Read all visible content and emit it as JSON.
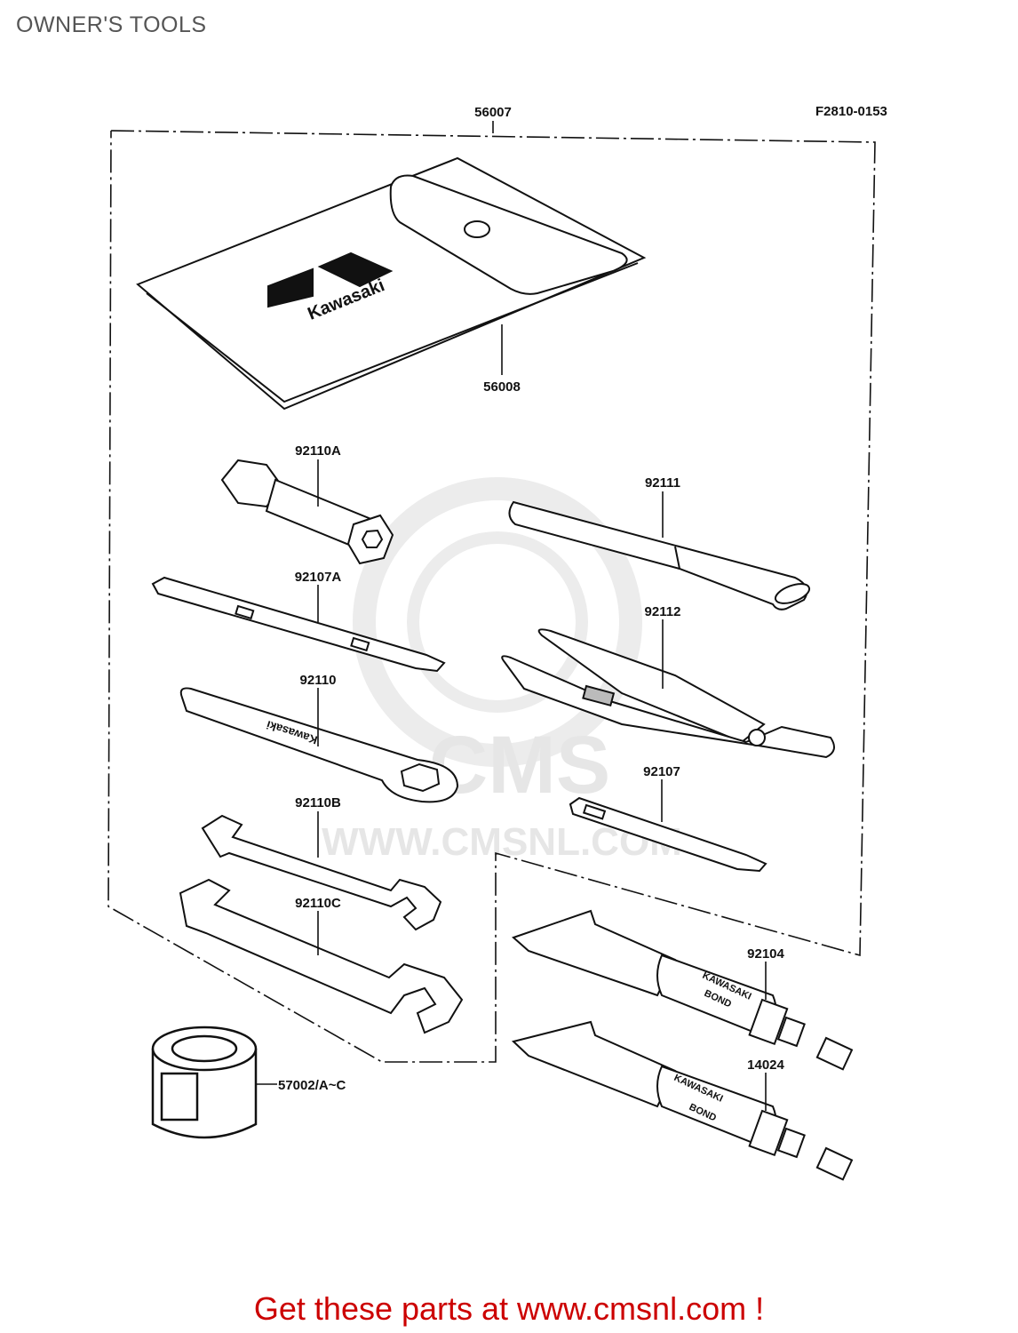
{
  "page": {
    "title": "OWNER'S TOOLS"
  },
  "diagram": {
    "code": "F2810-0153",
    "brand_on_pouch": "Kawasaki",
    "bond_text_line1": "KAWASAKI",
    "bond_text_line2": "BOND",
    "wrench_text": "Kawasaki",
    "parts": [
      {
        "id": "56007"
      },
      {
        "id": "56008"
      },
      {
        "id": "92110A"
      },
      {
        "id": "92111"
      },
      {
        "id": "92107A"
      },
      {
        "id": "92112"
      },
      {
        "id": "92110"
      },
      {
        "id": "92107"
      },
      {
        "id": "92110B"
      },
      {
        "id": "92110C"
      },
      {
        "id": "92104"
      },
      {
        "id": "14024"
      },
      {
        "id": "57002/A~C"
      }
    ]
  },
  "watermark": {
    "brand": "CMS",
    "url": "WWW.CMSNL.COM"
  },
  "footer": {
    "cta": "Get these parts at www.cmsnl.com !"
  },
  "colors": {
    "cta": "#cc0000",
    "title": "#555555",
    "line": "#111111",
    "watermark": "#e6e6e6"
  }
}
